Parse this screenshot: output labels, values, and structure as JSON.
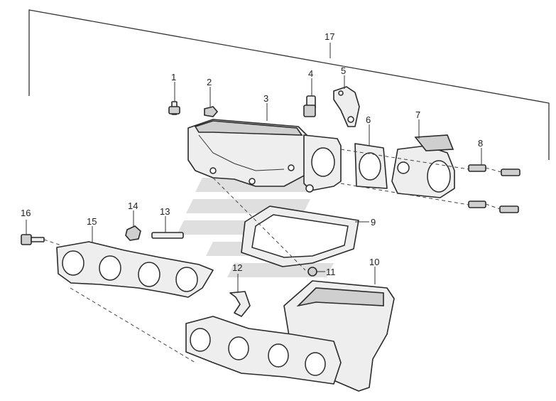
{
  "diagram": {
    "callouts": [
      {
        "id": "1"
      },
      {
        "id": "2"
      },
      {
        "id": "3"
      },
      {
        "id": "4"
      },
      {
        "id": "5"
      },
      {
        "id": "6"
      },
      {
        "id": "7"
      },
      {
        "id": "8"
      },
      {
        "id": "9"
      },
      {
        "id": "10"
      },
      {
        "id": "11"
      },
      {
        "id": "12"
      },
      {
        "id": "13"
      },
      {
        "id": "14"
      },
      {
        "id": "15"
      },
      {
        "id": "16"
      },
      {
        "id": "17"
      }
    ],
    "colors": {
      "line": "#2a2a2a",
      "fill": "#eeeeee",
      "watermark": "#b9b9b9"
    }
  }
}
